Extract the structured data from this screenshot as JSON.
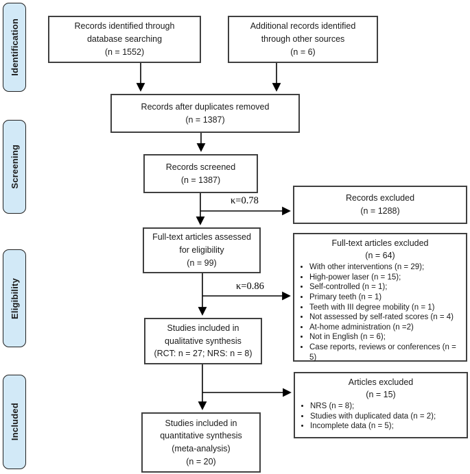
{
  "diagram": {
    "stages": {
      "identification": "Identification",
      "screening": "Screening",
      "eligibility": "Eligibility",
      "included": "Included"
    },
    "boxes": {
      "identified_db": {
        "text": "Records identified through\ndatabase searching\n(n = 1552)"
      },
      "identified_other": {
        "text": "Additional records identified\nthrough other sources\n(n = 6)"
      },
      "after_duplicates": {
        "text": "Records after duplicates removed\n(n = 1387)"
      },
      "screened": {
        "text": "Records screened\n(n = 1387)"
      },
      "records_excluded": {
        "text": "Records excluded\n(n = 1288)"
      },
      "fulltext_assessed": {
        "text": "Full-text articles assessed\nfor eligibility\n(n = 99)"
      },
      "fulltext_excluded": {
        "title": "Full-text articles excluded\n(n = 64)",
        "reasons": [
          "With other interventions (n = 29);",
          "High-power laser (n = 15);",
          "Self-controlled (n = 1);",
          "Primary teeth (n = 1)",
          "Teeth with III degree mobility (n = 1)",
          "Not assessed by self-rated scores (n = 4)",
          "At-home administration (n =2)",
          "Not in English (n = 6);",
          "Case reports, reviews or conferences (n = 5)"
        ]
      },
      "qualitative": {
        "text": "Studies included in\nqualitative synthesis\n(RCT: n = 27; NRS: n = 8)"
      },
      "articles_excluded": {
        "title": "Articles excluded\n(n = 15)",
        "reasons": [
          "NRS (n = 8);",
          "Studies with duplicated data (n = 2);",
          "Incomplete data (n = 5);"
        ]
      },
      "quantitative": {
        "text": "Studies included in\nquantitative synthesis\n(meta-analysis)\n(n = 20)"
      }
    },
    "kappa_labels": {
      "screening": "κ=0.78",
      "eligibility": "κ=0.86"
    },
    "colors": {
      "stage_fill": "#d2e9f7",
      "stage_border": "#1f1f1f",
      "box_border": "#3f3f3f",
      "arrow": "#000000"
    }
  }
}
